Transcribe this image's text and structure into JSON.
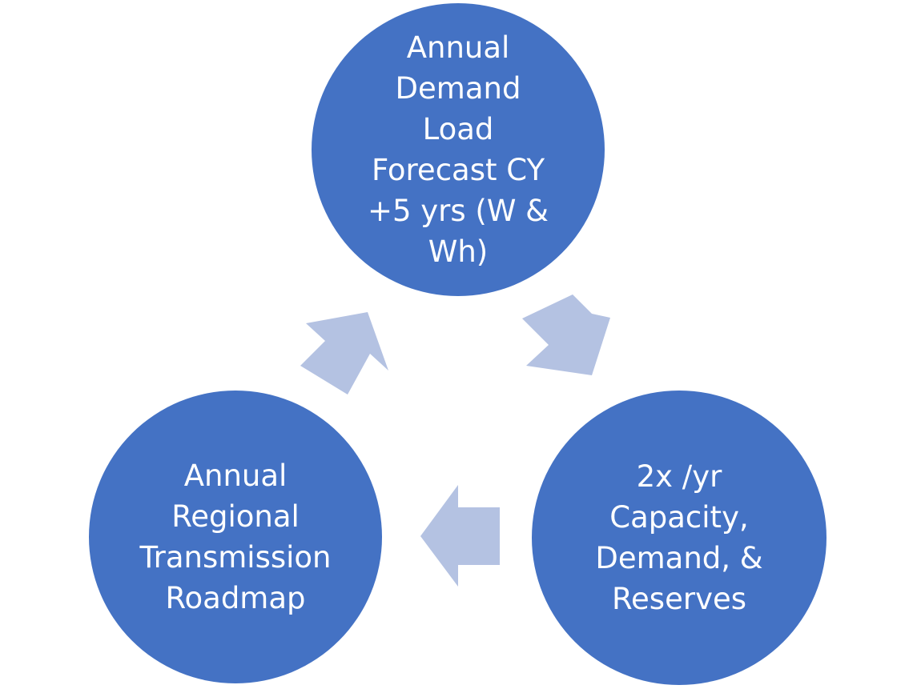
{
  "colors": {
    "node_fill": "#4472C4",
    "arrow_fill": "#B4C2E2",
    "text": "#FFFFFF"
  },
  "cycle": {
    "nodes": [
      {
        "id": "top",
        "lines": [
          "Annual",
          "Demand",
          "Load",
          "Forecast CY",
          "+5 yrs (W &",
          "Wh)"
        ]
      },
      {
        "id": "right",
        "lines": [
          "2x /yr",
          "Capacity,",
          "Demand, &",
          "Reserves"
        ]
      },
      {
        "id": "left",
        "lines": [
          "Annual",
          "Regional",
          "Transmission",
          "Roadmap"
        ]
      }
    ],
    "arrows": [
      {
        "from": "top",
        "to": "right"
      },
      {
        "from": "right",
        "to": "left"
      },
      {
        "from": "left",
        "to": "top"
      }
    ]
  }
}
